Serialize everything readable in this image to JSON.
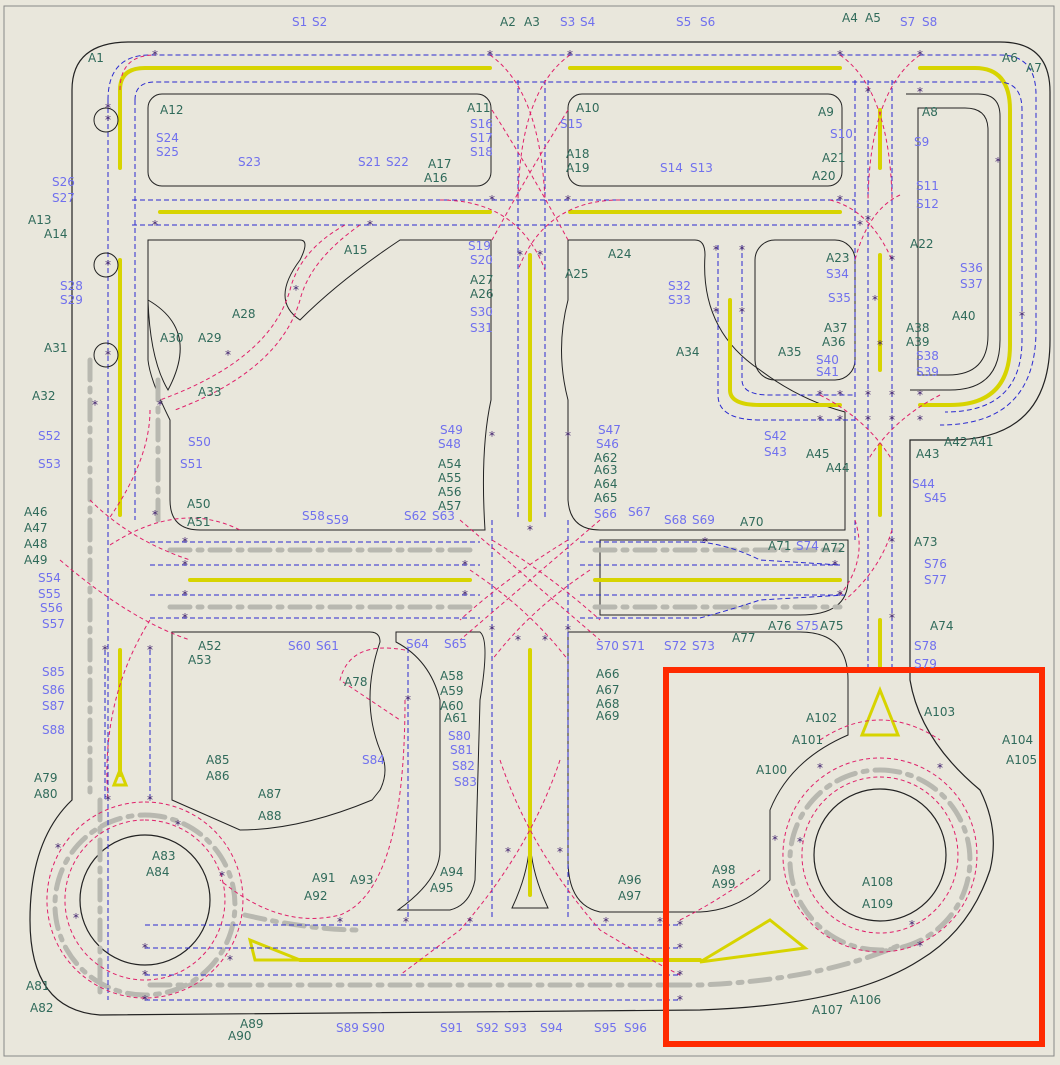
{
  "colors": {
    "background": "#e9e7dc",
    "outline": "#222222",
    "dashed_blue": "#2a2ad0",
    "dashed_magenta": "#e0206a",
    "yellow_track": "#d7d400",
    "gray_dashdot": "#b8b8b0",
    "label_a": "#2f6a5a",
    "label_s": "#7070ee",
    "highlight": "#ff2a00"
  },
  "labels_a": [
    "A1",
    "A2",
    "A3",
    "A4",
    "A5",
    "A6",
    "A7",
    "A8",
    "A9",
    "A10",
    "A11",
    "A12",
    "A13",
    "A14",
    "A15",
    "A16",
    "A17",
    "A18",
    "A19",
    "A20",
    "A21",
    "A22",
    "A23",
    "A24",
    "A25",
    "A26",
    "A27",
    "A28",
    "A29",
    "A30",
    "A31",
    "A32",
    "A33",
    "A34",
    "A35",
    "A36",
    "A37",
    "A38",
    "A39",
    "A40",
    "A41",
    "A42",
    "A43",
    "A44",
    "A45",
    "A46",
    "A47",
    "A48",
    "A49",
    "A50",
    "A51",
    "A52",
    "A53",
    "A54",
    "A55",
    "A56",
    "A57",
    "A58",
    "A59",
    "A60",
    "A61",
    "A62",
    "A63",
    "A64",
    "A65",
    "A66",
    "A67",
    "A68",
    "A69",
    "A70",
    "A71",
    "A72",
    "A73",
    "A74",
    "A75",
    "A76",
    "A77",
    "A78",
    "A79",
    "A80",
    "A81",
    "A82",
    "A83",
    "A84",
    "A85",
    "A86",
    "A87",
    "A88",
    "A89",
    "A90",
    "A91",
    "A92",
    "A93",
    "A94",
    "A95",
    "A96",
    "A97",
    "A98",
    "A99",
    "A100",
    "A101",
    "A102",
    "A103",
    "A104",
    "A105",
    "A106",
    "A107",
    "A108",
    "A109"
  ],
  "labels_s": [
    "S1",
    "S2",
    "S3",
    "S4",
    "S5",
    "S6",
    "S7",
    "S8",
    "S9",
    "S10",
    "S11",
    "S12",
    "S13",
    "S14",
    "S15",
    "S16",
    "S17",
    "S18",
    "S19",
    "S20",
    "S21",
    "S22",
    "S23",
    "S24",
    "S25",
    "S26",
    "S27",
    "S28",
    "S29",
    "S30",
    "S31",
    "S32",
    "S33",
    "S34",
    "S35",
    "S36",
    "S37",
    "S38",
    "S39",
    "S40",
    "S41",
    "S42",
    "S43",
    "S44",
    "S45",
    "S46",
    "S47",
    "S48",
    "S49",
    "S50",
    "S51",
    "S52",
    "S53",
    "S54",
    "S55",
    "S56",
    "S57",
    "S58",
    "S59",
    "S60",
    "S61",
    "S62",
    "S63",
    "S64",
    "S65",
    "S66",
    "S67",
    "S68",
    "S69",
    "S70",
    "S71",
    "S72",
    "S73",
    "S74",
    "S75",
    "S76",
    "S77",
    "S78",
    "S79",
    "S80",
    "S81",
    "S82",
    "S83",
    "S84",
    "S85",
    "S86",
    "S87",
    "S88",
    "S89",
    "S90",
    "S91",
    "S92",
    "S93",
    "S94",
    "S95",
    "S96"
  ]
}
